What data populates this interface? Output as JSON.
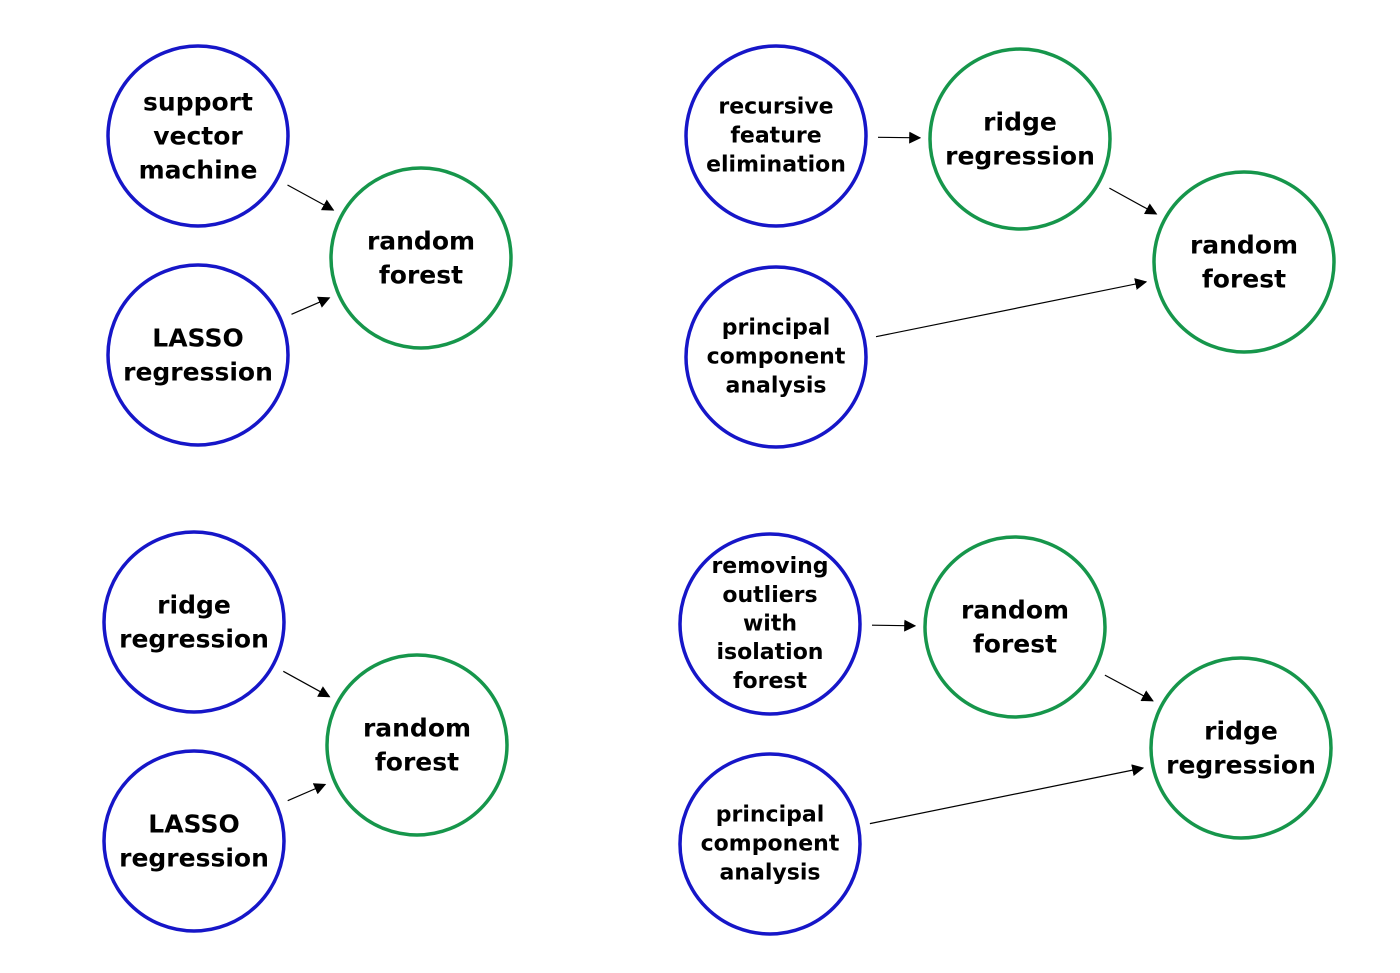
{
  "colors": {
    "input_node": "#1616c8",
    "model_node": "#16964b",
    "arrow": "#000000"
  },
  "diagrams": [
    {
      "name": "top-left-pipeline",
      "nodes": [
        {
          "id": "tl-svm",
          "kind": "input_node",
          "lines": [
            "support",
            "vector",
            "machine"
          ]
        },
        {
          "id": "tl-lasso",
          "kind": "input_node",
          "lines": [
            "LASSO",
            "regression"
          ]
        },
        {
          "id": "tl-rf",
          "kind": "model_node",
          "lines": [
            "random",
            "forest"
          ]
        }
      ],
      "edges": [
        {
          "from": "tl-svm",
          "to": "tl-rf"
        },
        {
          "from": "tl-lasso",
          "to": "tl-rf"
        }
      ]
    },
    {
      "name": "top-right-pipeline",
      "nodes": [
        {
          "id": "tr-rfe",
          "kind": "input_node",
          "lines": [
            "recursive",
            "feature",
            "elimination"
          ]
        },
        {
          "id": "tr-ridge",
          "kind": "model_node",
          "lines": [
            "ridge",
            "regression"
          ]
        },
        {
          "id": "tr-pca",
          "kind": "input_node",
          "lines": [
            "principal",
            "component",
            "analysis"
          ]
        },
        {
          "id": "tr-rf",
          "kind": "model_node",
          "lines": [
            "random",
            "forest"
          ]
        }
      ],
      "edges": [
        {
          "from": "tr-rfe",
          "to": "tr-ridge"
        },
        {
          "from": "tr-ridge",
          "to": "tr-rf"
        },
        {
          "from": "tr-pca",
          "to": "tr-rf"
        }
      ]
    },
    {
      "name": "bottom-left-pipeline",
      "nodes": [
        {
          "id": "bl-ridge",
          "kind": "input_node",
          "lines": [
            "ridge",
            "regression"
          ]
        },
        {
          "id": "bl-lasso",
          "kind": "input_node",
          "lines": [
            "LASSO",
            "regression"
          ]
        },
        {
          "id": "bl-rf",
          "kind": "model_node",
          "lines": [
            "random",
            "forest"
          ]
        }
      ],
      "edges": [
        {
          "from": "bl-ridge",
          "to": "bl-rf"
        },
        {
          "from": "bl-lasso",
          "to": "bl-rf"
        }
      ]
    },
    {
      "name": "bottom-right-pipeline",
      "nodes": [
        {
          "id": "br-iso",
          "kind": "input_node",
          "lines": [
            "removing",
            "outliers",
            "with",
            "isolation",
            "forest"
          ]
        },
        {
          "id": "br-rf",
          "kind": "model_node",
          "lines": [
            "random",
            "forest"
          ]
        },
        {
          "id": "br-pca",
          "kind": "input_node",
          "lines": [
            "principal",
            "component",
            "analysis"
          ]
        },
        {
          "id": "br-ridge",
          "kind": "model_node",
          "lines": [
            "ridge",
            "regression"
          ]
        }
      ],
      "edges": [
        {
          "from": "br-iso",
          "to": "br-rf"
        },
        {
          "from": "br-rf",
          "to": "br-ridge"
        },
        {
          "from": "br-pca",
          "to": "br-ridge"
        }
      ]
    }
  ]
}
